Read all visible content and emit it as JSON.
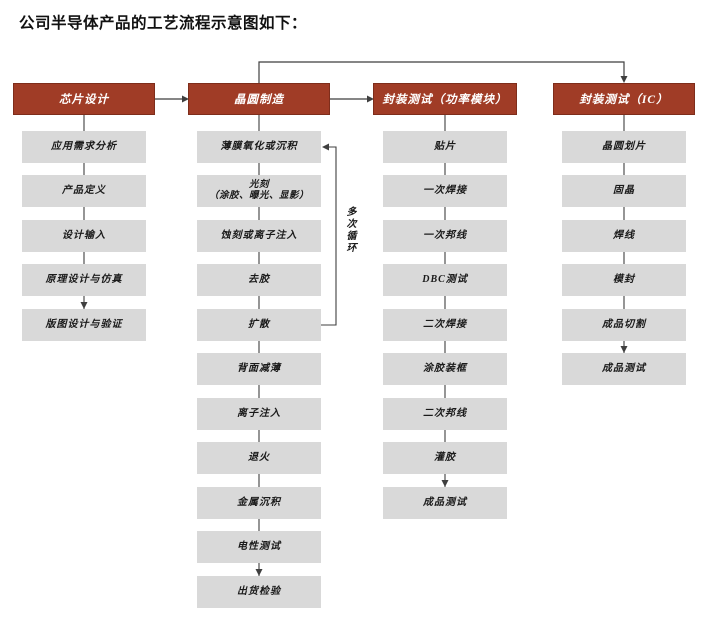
{
  "title": "公司半导体产品的工艺流程示意图如下：",
  "loop_label": "多次循环",
  "colors": {
    "header_bg": "#A03C26",
    "header_border": "#7E2D1B",
    "header_text": "#FFFFFF",
    "step_bg": "#D9D9D9",
    "step_text": "#1A1A1A",
    "line": "#3F3F3F"
  },
  "columns": [
    {
      "header": "芯片设计",
      "steps": [
        "应用需求分析",
        "产品定义",
        "设计输入",
        "原理设计与仿真",
        "版图设计与验证"
      ]
    },
    {
      "header": "晶圆制造",
      "steps": [
        "薄膜氧化或沉积",
        "光刻\n（涂胶、曝光、显影）",
        "蚀刻或离子注入",
        "去胶",
        "扩散",
        "背面减薄",
        "离子注入",
        "退火",
        "金属沉积",
        "电性测试",
        "出货检验"
      ]
    },
    {
      "header": "封装测试（功率模块）",
      "steps": [
        "贴片",
        "一次焊接",
        "一次邦线",
        "DBC测试",
        "二次焊接",
        "涂胶装框",
        "二次邦线",
        "灌胶",
        "成品测试"
      ]
    },
    {
      "header": "封装测试（IC）",
      "steps": [
        "晶圆划片",
        "固晶",
        "焊线",
        "模封",
        "成品切割",
        "成品测试"
      ]
    }
  ]
}
